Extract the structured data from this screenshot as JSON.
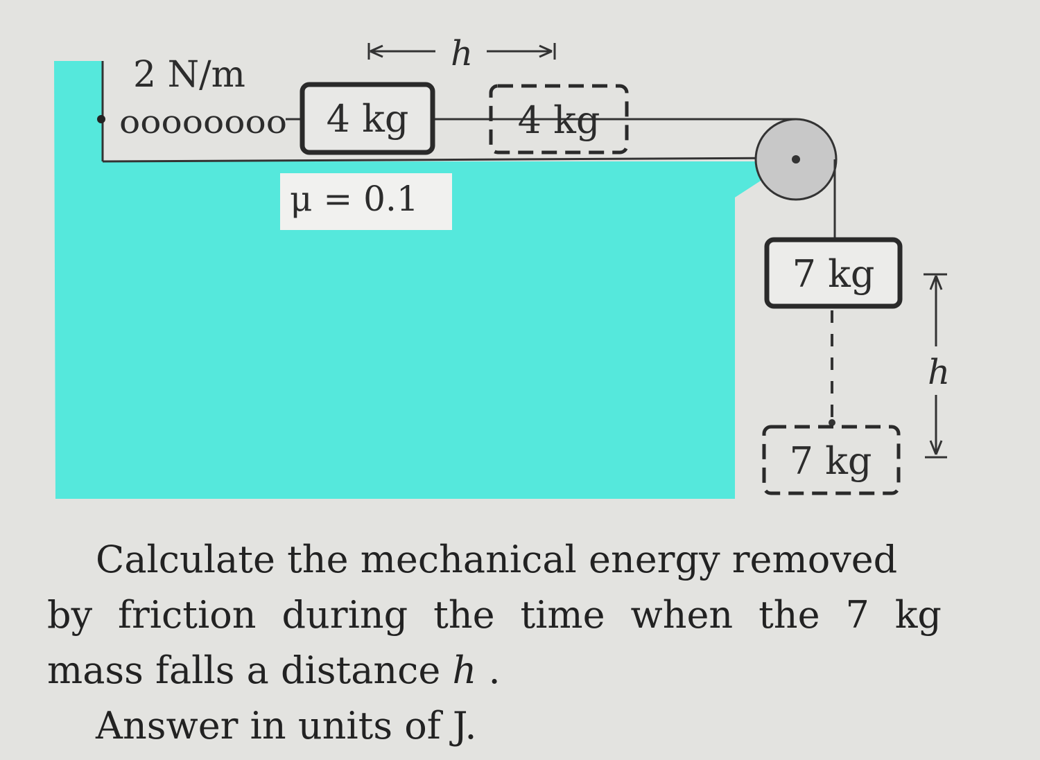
{
  "diagram": {
    "spring_label": "2 N/m",
    "spring_coils": "oooooooo",
    "block_top_label": "4 kg",
    "block_top_ghost_label": "4 kg",
    "hanging_label": "7 kg",
    "hanging_ghost_label": "7 kg",
    "displacement_h_top": "h",
    "displacement_h_side": "h",
    "friction_label": "μ = 0.1",
    "colors": {
      "table": "#55e8dc",
      "background": "#e3e3e0",
      "pulley": "#c8c8c8",
      "line": "#333333"
    }
  },
  "question": {
    "line1": "Calculate the mechanical energy removed",
    "line2": "by friction during the time when the 7 kg",
    "line3_prefix": "mass falls a distance ",
    "line3_var": "h",
    "line3_suffix": " .",
    "line4": "Answer in units of  J."
  }
}
